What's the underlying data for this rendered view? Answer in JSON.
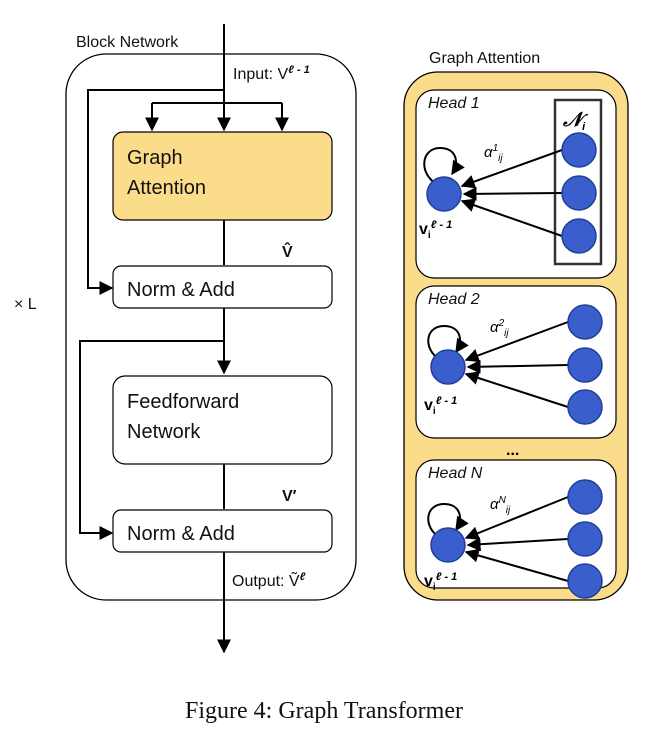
{
  "block_network": {
    "title": "Block Network",
    "input_label": "Input: V",
    "input_sup": "ℓ - 1",
    "graph_attention_line1": "Graph",
    "graph_attention_line2": "Attention",
    "v_hat": "V̂",
    "norm_add_1": "Norm & Add",
    "ffn_line1": "Feedforward",
    "ffn_line2": "Network",
    "v_prime": "V′",
    "norm_add_2": "Norm & Add",
    "output_label": "Output: Ṽ",
    "output_sup": "ℓ",
    "repeat": "× L"
  },
  "graph_attention": {
    "title": "Graph Attention",
    "neighborhood_symbol": "𝒩",
    "neighborhood_sub": "i",
    "ellipsis": "...",
    "heads": [
      {
        "label": "Head 1",
        "alpha": "α",
        "alpha_sup": "1",
        "alpha_sub": "ij",
        "node": "v",
        "node_sub": "i",
        "node_sup": "ℓ - 1"
      },
      {
        "label": "Head 2",
        "alpha": "α",
        "alpha_sup": "2",
        "alpha_sub": "ij",
        "node": "v",
        "node_sub": "i",
        "node_sup": "ℓ - 1"
      },
      {
        "label": "Head N",
        "alpha": "α",
        "alpha_sup": "N",
        "alpha_sub": "ij",
        "node": "v",
        "node_sub": "i",
        "node_sup": "ℓ - 1"
      }
    ],
    "colors": {
      "panel": "#fbdc8b",
      "node": "#3a5fcd",
      "node_stroke": "#1f3f99"
    }
  },
  "caption": "Figure 4: Graph Transformer"
}
